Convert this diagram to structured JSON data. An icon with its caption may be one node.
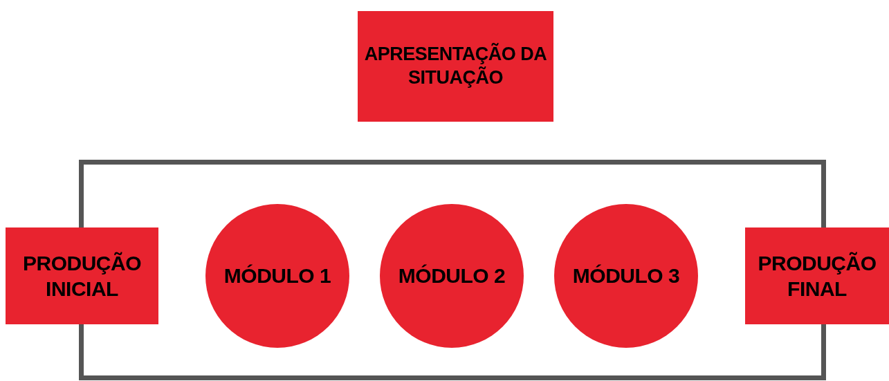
{
  "diagram": {
    "nodes": [
      {
        "text": [
          "APRESENTAÇÃO DA SITUAÇÃO"
        ]
      },
      {
        "text": [],
        "shape": "box"
      },
      {
        "text": [
          "PRODUÇÃO INICIAL"
        ]
      },
      {
        "text": [
          "MÓDULO 1"
        ],
        "in": 1
      },
      {
        "text": [
          "MÓDULO 2"
        ],
        "in": 1
      },
      {
        "text": [
          "MÓDULO 3"
        ],
        "in": 1
      },
      {
        "text": [
          "PRODUÇÃO FINAL"
        ]
      }
    ]
  }
}
